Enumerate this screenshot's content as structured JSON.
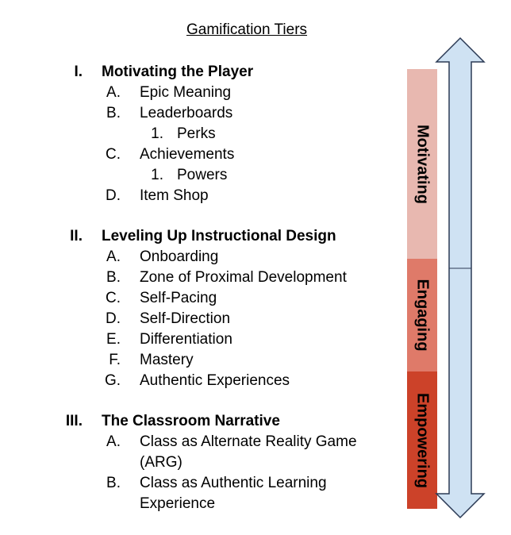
{
  "title": "Gamification Tiers",
  "sections": [
    {
      "numeral": "I.",
      "label": "Motivating the Player",
      "items": [
        {
          "letter": "A.",
          "text": "Epic Meaning"
        },
        {
          "letter": "B.",
          "text": "Leaderboards"
        },
        {
          "letter": "1.",
          "text": "Perks",
          "sub": true
        },
        {
          "letter": "C.",
          "text": "Achievements"
        },
        {
          "letter": "1.",
          "text": "Powers",
          "sub": true
        },
        {
          "letter": "D.",
          "text": "Item Shop"
        }
      ]
    },
    {
      "numeral": "II.",
      "label": "Leveling Up Instructional Design",
      "items": [
        {
          "letter": "A.",
          "text": "Onboarding"
        },
        {
          "letter": "B.",
          "text": "Zone of Proximal Development"
        },
        {
          "letter": "C.",
          "text": "Self-Pacing"
        },
        {
          "letter": "D.",
          "text": "Self-Direction"
        },
        {
          "letter": "E.",
          "text": "Differentiation"
        },
        {
          "letter": "F.",
          "text": "Mastery"
        },
        {
          "letter": "G.",
          "text": "Authentic Experiences"
        }
      ]
    },
    {
      "numeral": "III.",
      "label": "The Classroom Narrative",
      "items": [
        {
          "letter": "A.",
          "text": "Class as Alternate Reality Game"
        },
        {
          "letter": "",
          "text": "(ARG)",
          "cont": true
        },
        {
          "letter": "B.",
          "text": "Class as Authentic Learning"
        },
        {
          "letter": "",
          "text": "Experience",
          "cont": true
        }
      ]
    }
  ],
  "tiers": [
    {
      "label": "Motivating",
      "color": "#e8b8b0"
    },
    {
      "label": "Engaging",
      "color": "#df7a69"
    },
    {
      "label": "Empowering",
      "color": "#cc4229"
    }
  ],
  "arrow": {
    "fill": "#cfe2f3",
    "stroke": "#2b3a55"
  }
}
